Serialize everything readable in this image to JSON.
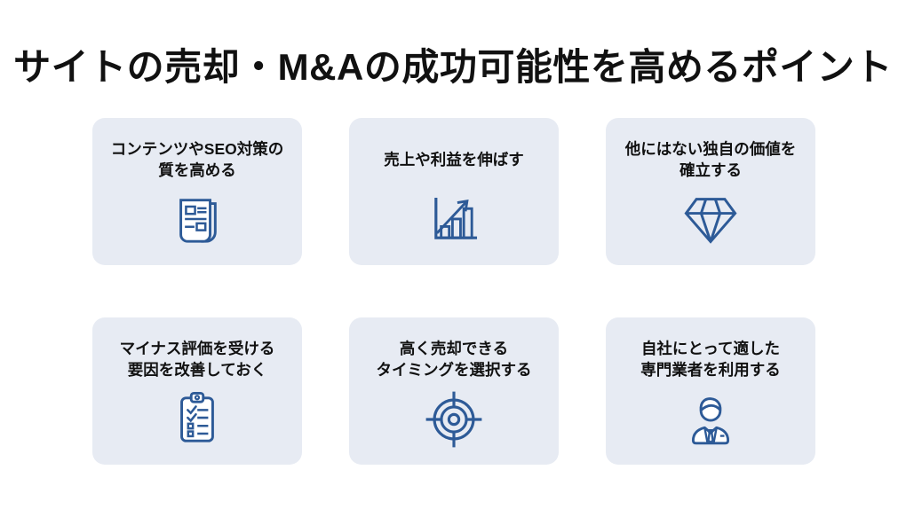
{
  "slide": {
    "title": "サイトの売却・M&Aの成功可能性を高めるポイント"
  },
  "colors": {
    "page_bg": "#ffffff",
    "title_color": "#111111",
    "card_bg": "#e7ebf3",
    "card_text": "#111111",
    "icon_stroke": "#2d5a97",
    "icon_fill": "#ffffff"
  },
  "cards": [
    {
      "icon": "newspaper-icon",
      "lines": [
        "コンテンツやSEO対策の",
        "質を高める"
      ]
    },
    {
      "icon": "growth-chart-icon",
      "lines": [
        "売上や利益を伸ばす"
      ]
    },
    {
      "icon": "diamond-icon",
      "lines": [
        "他にはない独自の価値を",
        "確立する"
      ]
    },
    {
      "icon": "clipboard-checklist-icon",
      "lines": [
        "マイナス評価を受ける",
        "要因を改善しておく"
      ]
    },
    {
      "icon": "target-icon",
      "lines": [
        "高く売却できる",
        "タイミングを選択する"
      ]
    },
    {
      "icon": "businessman-icon",
      "lines": [
        "自社にとって適した",
        "専門業者を利用する"
      ]
    }
  ]
}
